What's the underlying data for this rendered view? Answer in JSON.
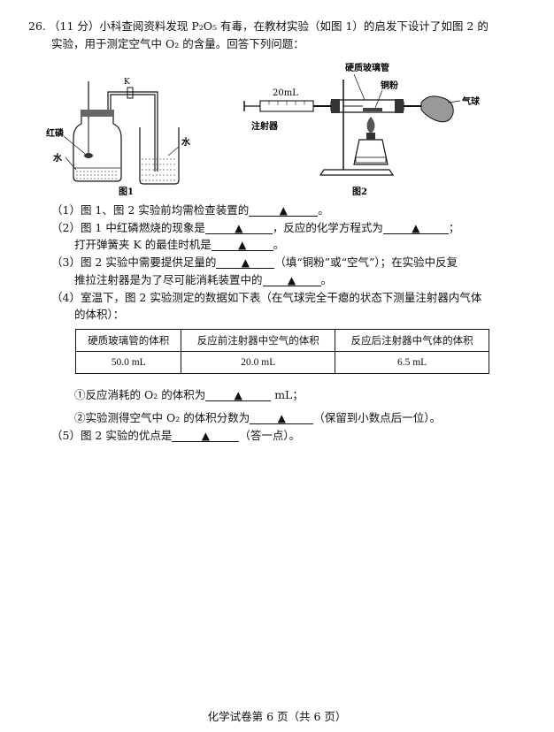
{
  "question": {
    "number": "26.",
    "stem1": "（11 分）小科查阅资料发现 P₂O₅ 有毒，在教材实验（如图 1）的启发下设计了如图 2 的",
    "stem2": "实验，用于测定空气中 O₂ 的含量。回答下列问题："
  },
  "figure1": {
    "caption": "图1",
    "label_red_phosphorus": "红磷",
    "label_water_left": "水",
    "label_water_right": "水",
    "label_clamp": "K"
  },
  "figure2": {
    "caption": "图2",
    "label_tube": "硬质玻璃管",
    "label_copper": "铜粉",
    "label_balloon": "气球",
    "label_volume": "20mL",
    "label_syringe": "注射器"
  },
  "answer_mark": "▲",
  "parts": {
    "p1": {
      "pre": "（1）图 1、图 2 实验前均需检查装置的",
      "post": "。"
    },
    "p2a": {
      "pre": "（2）图 1 中红磷燃烧的现象是",
      "mid": "，反应的化学方程式为",
      "post": "；"
    },
    "p2b": {
      "pre": "打开弹簧夹 K 的最佳时机是",
      "post": "。"
    },
    "p3a": {
      "pre": "（3）图 2 实验中需要提供足量的",
      "post": "（填“铜粉”或“空气”）；在实验中反复"
    },
    "p3b": {
      "pre": "推拉注射器是为了尽可能消耗装置中的",
      "post": "。"
    },
    "p4a": "（4）室温下，图 2 实验测定的数据如下表（在气球完全干瘪的状态下测量注射器内气体",
    "p4b": "的体积）：",
    "p4c": {
      "pre": "①反应消耗的 O₂ 的体积为",
      "post": "mL；"
    },
    "p4d": {
      "pre": "②实验测得空气中 O₂ 的体积分数为",
      "post": "（保留到小数点后一位）。"
    },
    "p5": {
      "pre": "（5）图 2 实验的优点是",
      "post": "（答一点）。"
    }
  },
  "table": {
    "headers": [
      "硬质玻璃管的体积",
      "反应前注射器中空气的体积",
      "反应后注射器中气体的体积"
    ],
    "values": [
      "50.0 mL",
      "20.0 mL",
      "6.5 mL"
    ]
  },
  "footer": "化学试卷第 6 页（共 6 页）"
}
